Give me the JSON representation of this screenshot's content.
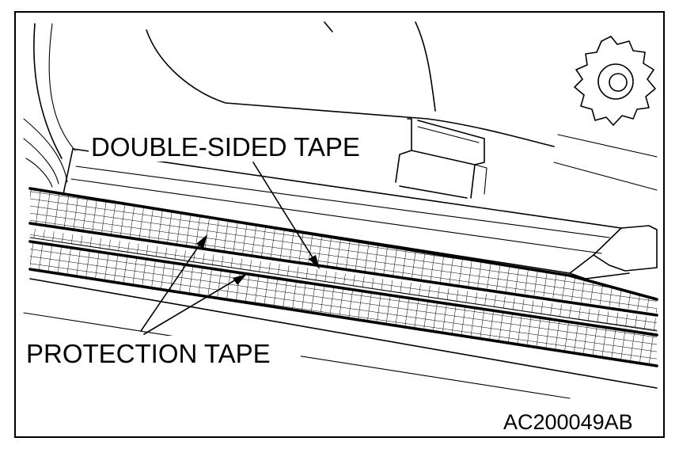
{
  "diagram": {
    "labels": {
      "double_sided_tape": "DOUBLE-SIDED TAPE",
      "protection_tape": "PROTECTION TAPE",
      "figure_code": "AC200049AB"
    },
    "colors": {
      "ink": "#000000",
      "background": "#ffffff"
    }
  }
}
